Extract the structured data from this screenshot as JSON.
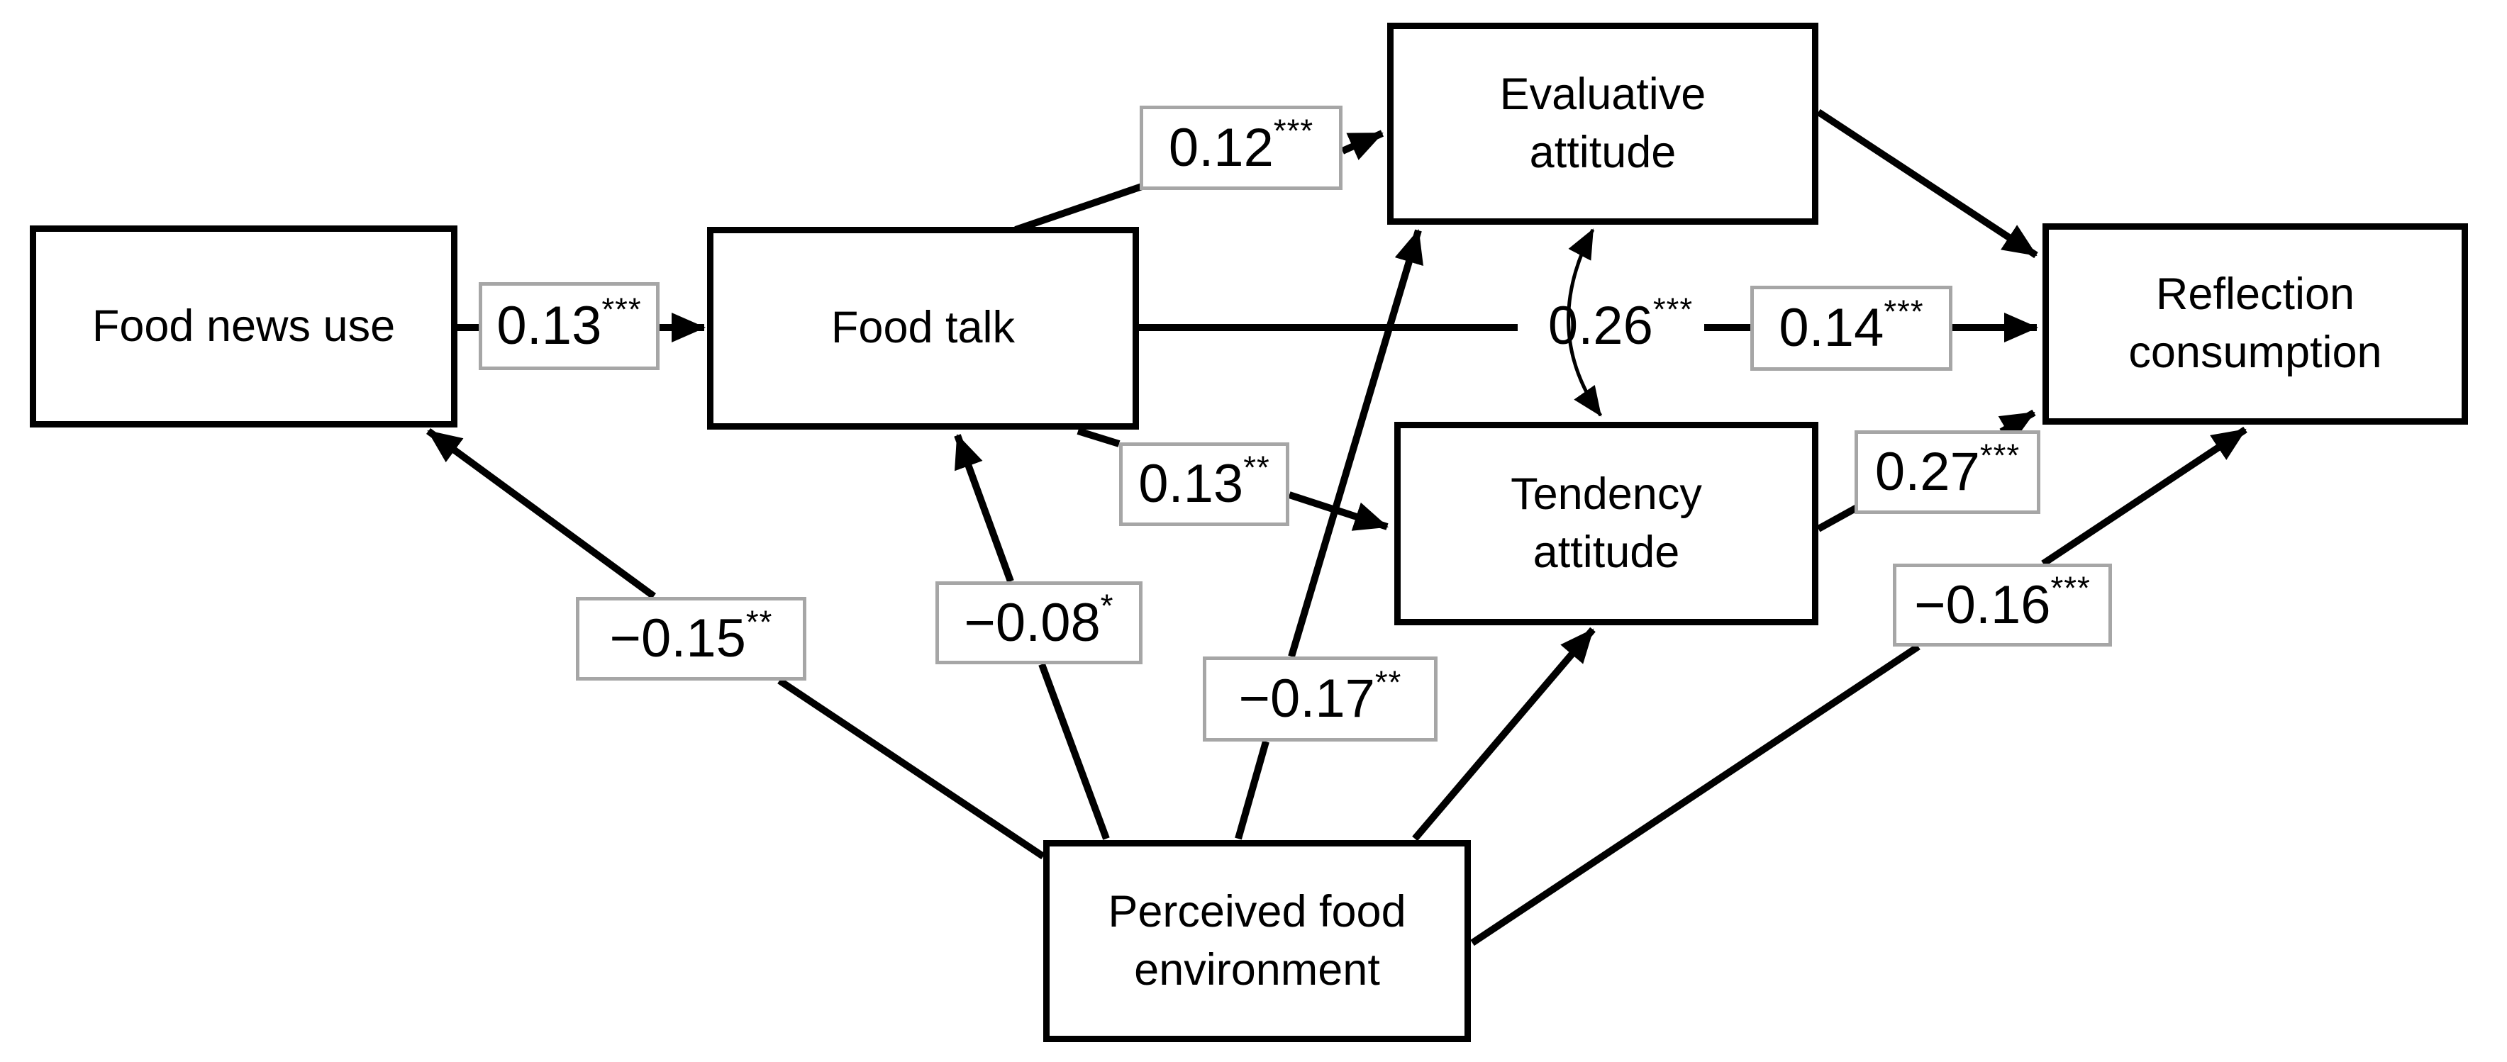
{
  "diagram_type": "path-model",
  "nodes": [
    {
      "id": "food-news-use",
      "label": "Food news use"
    },
    {
      "id": "food-talk",
      "label": "Food talk"
    },
    {
      "id": "evaluative-attitude",
      "label": "Evaluative attitude"
    },
    {
      "id": "tendency-attitude",
      "label": "Tendency attitude"
    },
    {
      "id": "reflection-consumption",
      "label": "Reflection consumption"
    },
    {
      "id": "perceived-food-environment",
      "label": "Perceived food environment"
    }
  ],
  "paths": [
    {
      "from": "food-news-use",
      "to": "food-talk",
      "type": "direct",
      "value": "0.13",
      "stars": "***"
    },
    {
      "from": "food-talk",
      "to": "evaluative-attitude",
      "type": "direct",
      "value": "0.12",
      "stars": "***"
    },
    {
      "from": "food-talk",
      "to": "reflection-consumption",
      "type": "direct",
      "value": "0.14",
      "stars": "***"
    },
    {
      "from": "food-talk",
      "to": "tendency-attitude",
      "type": "direct",
      "value": "0.13",
      "stars": "**"
    },
    {
      "from": "evaluative-attitude",
      "to": "tendency-attitude",
      "type": "covariance",
      "value": "0.26",
      "stars": "***"
    },
    {
      "from": "evaluative-attitude",
      "to": "reflection-consumption",
      "type": "direct",
      "value": "",
      "stars": ""
    },
    {
      "from": "tendency-attitude",
      "to": "reflection-consumption",
      "type": "direct",
      "value": "0.27",
      "stars": "***"
    },
    {
      "from": "perceived-food-environment",
      "to": "food-news-use",
      "type": "direct",
      "value": "−0.15",
      "stars": "**"
    },
    {
      "from": "perceived-food-environment",
      "to": "food-talk",
      "type": "direct",
      "value": "−0.08",
      "stars": "*"
    },
    {
      "from": "perceived-food-environment",
      "to": "evaluative-attitude",
      "type": "direct",
      "value": "−0.17",
      "stars": "**"
    },
    {
      "from": "perceived-food-environment",
      "to": "tendency-attitude",
      "type": "direct",
      "value": "",
      "stars": ""
    },
    {
      "from": "perceived-food-environment",
      "to": "reflection-consumption",
      "type": "direct",
      "value": "−0.16",
      "stars": "***"
    }
  ],
  "colors": {
    "background": "#ffffff",
    "node_border": "#000000",
    "label_border": "#a6a6a6",
    "line": "#000000",
    "text": "#000000"
  }
}
